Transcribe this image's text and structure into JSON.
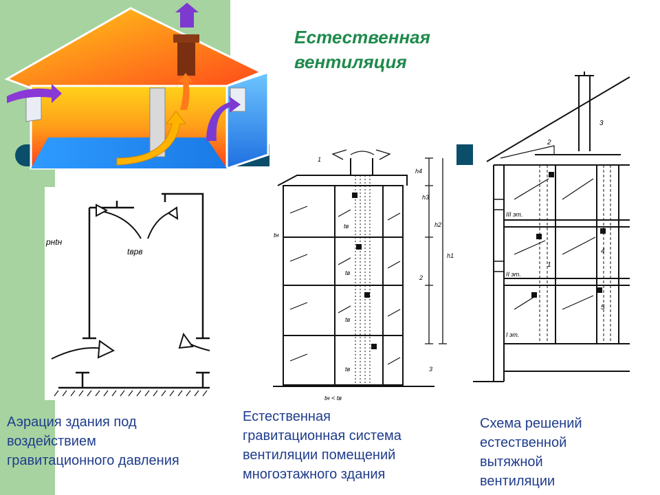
{
  "title_line1": "Естественная",
  "title_line2": "вентиляция",
  "captions": {
    "aeration": [
      "Аэрация здания под",
      "воздействием",
      "гравитационного давления"
    ],
    "gravity": [
      "Естественная",
      "гравитационная система",
      "вентиляции помещений",
      "многоэтажного здания"
    ],
    "exhaust": [
      "Схема решений",
      "естественной",
      "вытяжной",
      "вентиляции"
    ]
  },
  "aeration_labels": {
    "outside": "pнtн",
    "inside": "tвpв"
  },
  "gravity_labels": {
    "h4": "h4",
    "h3": "h3",
    "h2": "h2",
    "h1": "h1",
    "n1": "1",
    "n2": "2",
    "n3": "3",
    "tn": "tн",
    "tv1": "tв",
    "tv2": "tв",
    "tv3": "tв",
    "tv4": "tв",
    "condition": "tн < tв"
  },
  "exhaust_labels": {
    "n1": "1",
    "n2": "2",
    "n3": "3",
    "n4": "4",
    "n5": "5",
    "floor3": "III эт.",
    "floor2": "II эт.",
    "floor1": "I эт."
  },
  "colors": {
    "green_band": "#a6d3a0",
    "teal": "#0b4e6a",
    "title": "#1f8a4c",
    "caption": "#1f3c8c"
  }
}
